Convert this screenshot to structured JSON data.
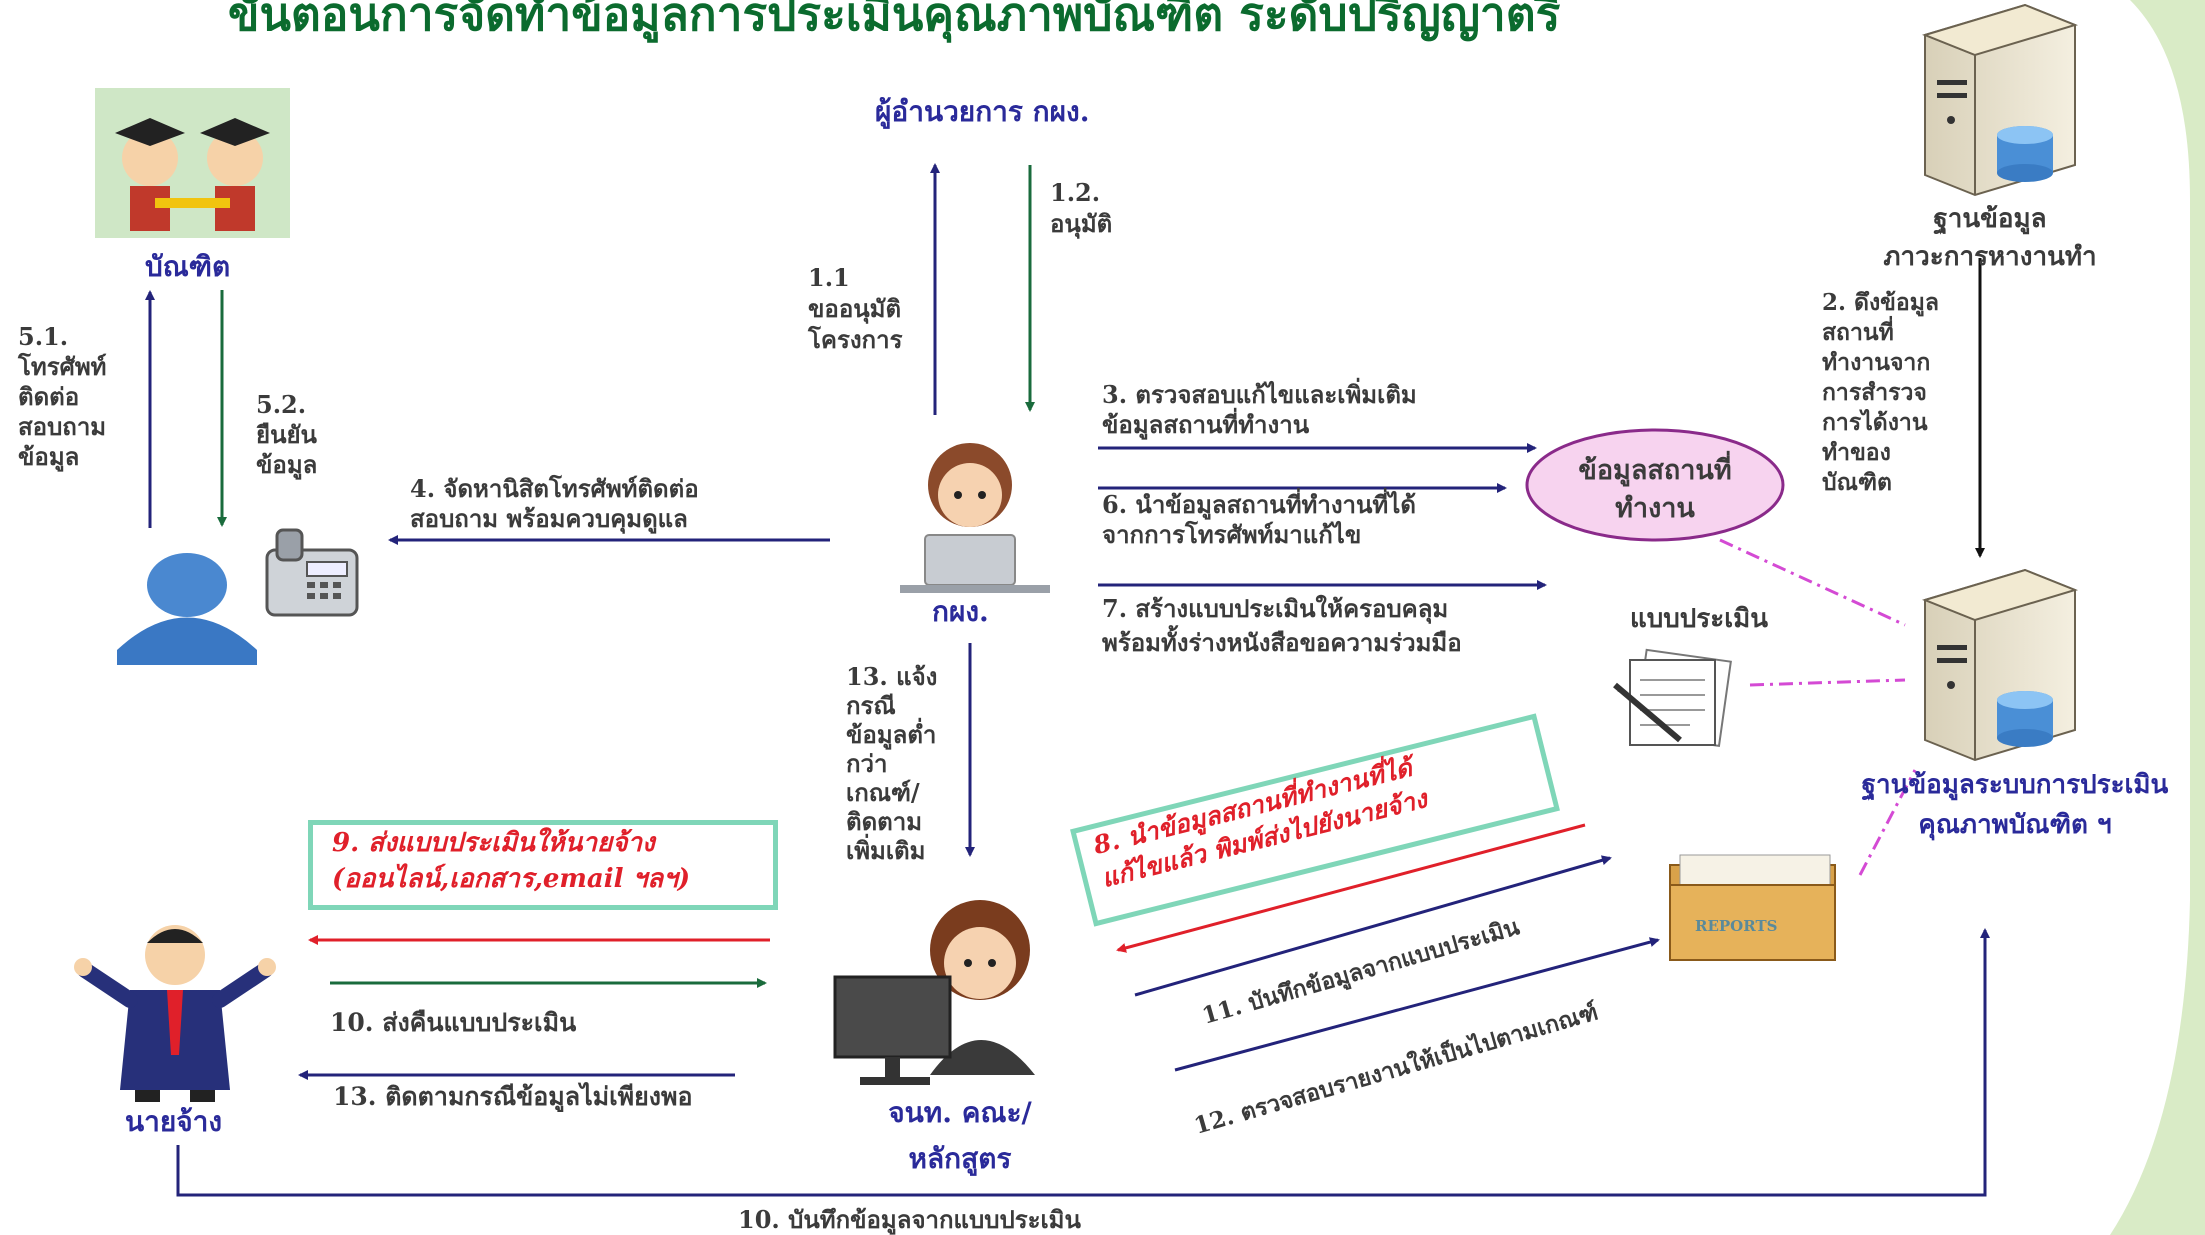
{
  "title": "ขั้นตอนการจัดทำข้อมูลการประเมินคุณภาพบัณฑิต ระดับปริญญาตรี",
  "nodes": {
    "director": "ผู้อำนวยการ กผง.",
    "graduate": "บัณฑิต",
    "db_employment": "ฐานข้อมูล\nภาวะการหางานทำ",
    "center": "กผง.",
    "workplace": "ข้อมูลสถานที่\nทำงาน",
    "form": "แบบประเมิน",
    "db_assessment": "ฐานข้อมูลระบบการประเมิน\nคุณภาพบัณฑิต ฯ",
    "employer": "นายจ้าง",
    "staff": "จนท. คณะ/\nหลักสูตร",
    "reports_icon": "REPORTS"
  },
  "steps": {
    "s1_1": "1.1\nขออนุมัติ\nโครงการ",
    "s1_2": "1.2.\nอนุมัติ",
    "s2": "2. ดึงข้อมูล\nสถานที่\nทำงานจาก\nการสำรวจ\nการได้งาน\nทำของ\nบัณฑิต",
    "s3": "3. ตรวจสอบแก้ไขและเพิ่มเติม\n   ข้อมูลสถานที่ทำงาน",
    "s4": "4. จัดหานิสิตโทรศัพท์ติดต่อ\n       สอบถาม พร้อมควบคุมดูแล",
    "s5_1": "5.1.\nโทรศัพท์\nติดต่อ\nสอบถาม\nข้อมูล",
    "s5_2": "5.2.\nยืนยัน\nข้อมูล",
    "s6": "6. นำข้อมูลสถานที่ทำงานที่ได้\n    จากการโทรศัพท์มาแก้ไข",
    "s7": "7. สร้างแบบประเมินให้ครอบคลุม\nพร้อมทั้งร่างหนังสือขอความร่วมมือ",
    "s8": "8. นำข้อมูลสถานที่ทำงานที่ได้\nแก้ไขแล้ว พิมพ์ส่งไปยังนายจ้าง",
    "s9": "9. ส่งแบบประเมินให้นายจ้าง\n(ออนไลน์,เอกสาร,email ฯลฯ)",
    "s10": "10. ส่งคืนแบบประเมิน",
    "s10b": "10. บันทึกข้อมูลจากแบบประเมิน",
    "s11": "11. บันทึกข้อมูลจากแบบประเมิน",
    "s12": "12. ตรวจสอบรายงานให้เป็นไปตามเกณฑ์",
    "s13a": "13. แจ้ง\nกรณี\nข้อมูลต่ำ\nกว่า\nเกณฑ์/\nติดตาม\nเพิ่มเติม",
    "s13b": "13. ติดตามกรณีข้อมูลไม่เพียงพอ"
  },
  "colors": {
    "title": "#0b6b2e",
    "node_text": "#2a2a9a",
    "arrow_blue": "#23237a",
    "arrow_green": "#1a6b3c",
    "arrow_red": "#e0202a",
    "box_border": "#7fd6b8",
    "ellipse_fill": "#f7d3ef",
    "ellipse_stroke": "#8a2a8a",
    "dashdot": "#d44ad4",
    "side_panel": "#d9ebc6"
  },
  "icons": {
    "graduate": "graduates-clipart",
    "server": "server-database-icon",
    "woman_laptop": "woman-laptop-icon",
    "phone": "telephone-icon",
    "user": "user-silhouette-icon",
    "form": "form-with-pen-icon",
    "reports": "reports-folder-icon",
    "businessman": "businessman-icon",
    "woman_computer": "woman-computer-icon"
  }
}
